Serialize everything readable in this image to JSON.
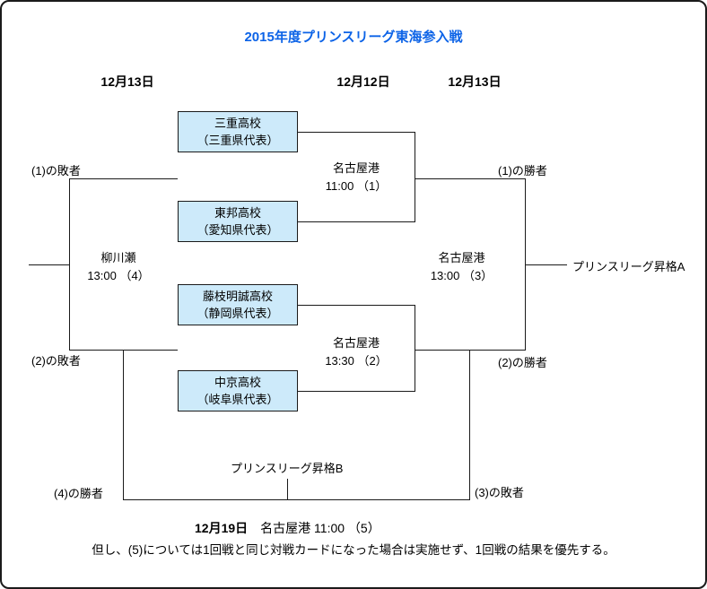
{
  "title": "2015年度プリンスリーグ東海参入戦",
  "date_headers": [
    {
      "label": "12月13日"
    },
    {
      "label": "12月12日"
    },
    {
      "label": "12月13日"
    }
  ],
  "teams": [
    {
      "name": "三重高校",
      "rep": "（三重県代表）"
    },
    {
      "name": "東邦高校",
      "rep": "（愛知県代表）"
    },
    {
      "name": "藤枝明誠高校",
      "rep": "（静岡県代表）"
    },
    {
      "name": "中京高校",
      "rep": "（岐阜県代表）"
    }
  ],
  "matches": {
    "m1": {
      "venue": "名古屋港",
      "time": "11:00 （1）"
    },
    "m2": {
      "venue": "名古屋港",
      "time": "13:30 （2）"
    },
    "m3": {
      "venue": "名古屋港",
      "time": "13:00 （3）"
    },
    "m4": {
      "venue": "柳川瀬",
      "time": "13:00 （4）"
    }
  },
  "labels": {
    "loser1": "(1)の敗者",
    "winner1": "(1)の勝者",
    "loser2": "(2)の敗者",
    "winner2": "(2)の勝者",
    "winner4": "(4)の勝者",
    "loser3": "(3)の敗者",
    "promotion_a": "プリンスリーグ昇格A",
    "promotion_b": "プリンスリーグ昇格B"
  },
  "final": {
    "date": "12月19日",
    "details": "名古屋港 11:00 （5）"
  },
  "note": "但し、(5)については1回戦と同じ対戦カードになった場合は実施せず、1回戦の結果を優先する。",
  "colors": {
    "title_blue": "#0c63e7",
    "box_fill": "#cdeafa",
    "line": "#1a1a1a"
  }
}
